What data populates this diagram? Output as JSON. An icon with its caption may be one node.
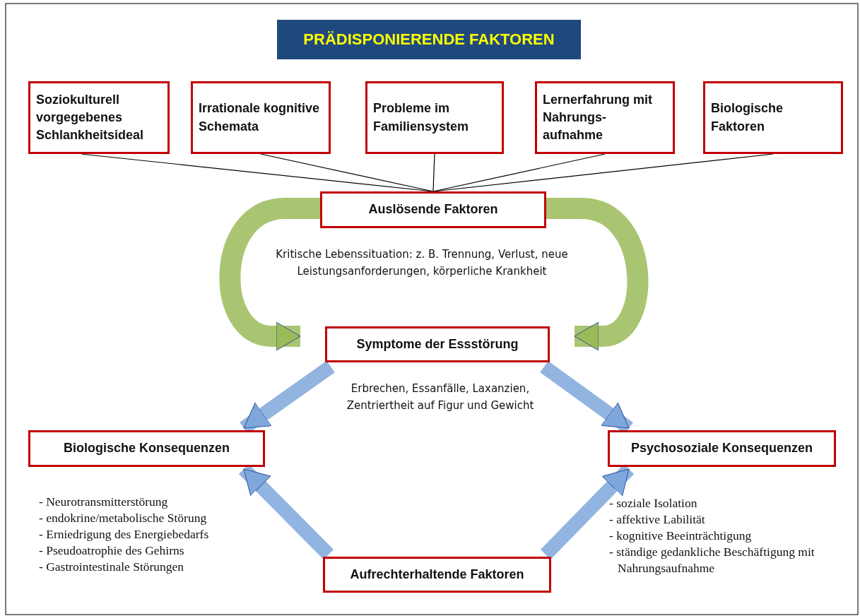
{
  "diagram": {
    "nodes": [
      {
        "text": [
          "PRÄDISPONIERENDE FAKTOREN"
        ]
      },
      {
        "text": [
          "Soziokulturell vorgegebenes Schlankheitsideal"
        ]
      },
      {
        "text": [
          "Irrationale kognitive Schemata"
        ]
      },
      {
        "text": [
          "Probleme im Familiensystem"
        ]
      },
      {
        "text": [
          "Lernerfahrung mit Nahrungs-aufnahme"
        ]
      },
      {
        "text": [
          "Biologische Faktoren"
        ]
      },
      {
        "text": [
          "Auslösende Faktoren"
        ],
        "beside": [
          "Kritische Lebenssituation: z. B. Trennung, Verlust, neue Leistungsanforderungen, körperliche Krankheit"
        ]
      },
      {
        "text": [
          "Symptome der Essstörung"
        ],
        "beside": [
          "Erbrechen, Essanfälle, Laxanzien, Zentriertheit auf Figur und Gewicht"
        ]
      },
      {
        "text": [
          "Biologische Konsequenzen"
        ],
        "beside": [
          "- Neurotransmitterstörung",
          "- endokrine/metabolische Störung",
          "- Erniedrigung des Energiebedarfs",
          "- Pseudoatrophie des Gehirns",
          "- Gastrointestinale Störungen"
        ]
      },
      {
        "text": [
          "Psychosoziale Konsequenzen"
        ],
        "beside": [
          "- soziale Isolation",
          "- affektive Labilität",
          "- kognitive Beeinträchtigung",
          "- ständige gedankliche Beschäftigung mit Nahrungsaufnahme"
        ]
      },
      {
        "text": [
          "Aufrechterhaltende Faktoren"
        ]
      }
    ],
    "edges": [
      {
        "from": 1,
        "to": 6,
        "arrow": "none"
      },
      {
        "from": 2,
        "to": 6,
        "arrow": "none"
      },
      {
        "from": 3,
        "to": 6,
        "arrow": "none"
      },
      {
        "from": 4,
        "to": 6,
        "arrow": "none"
      },
      {
        "from": 5,
        "to": 6,
        "arrow": "none"
      },
      {
        "from": 6,
        "to": 7,
        "arrow": "to",
        "color": "#9bbb59"
      },
      {
        "from": 6,
        "to": 7,
        "arrow": "to",
        "color": "#9bbb59"
      },
      {
        "from": 7,
        "to": 8,
        "arrow": "to",
        "color": "#7fa7dc"
      },
      {
        "from": 7,
        "to": 9,
        "arrow": "to",
        "color": "#7fa7dc"
      },
      {
        "from": 10,
        "to": 8,
        "arrow": "to",
        "color": "#7fa7dc"
      },
      {
        "from": 10,
        "to": 9,
        "arrow": "to",
        "color": "#7fa7dc"
      }
    ]
  }
}
